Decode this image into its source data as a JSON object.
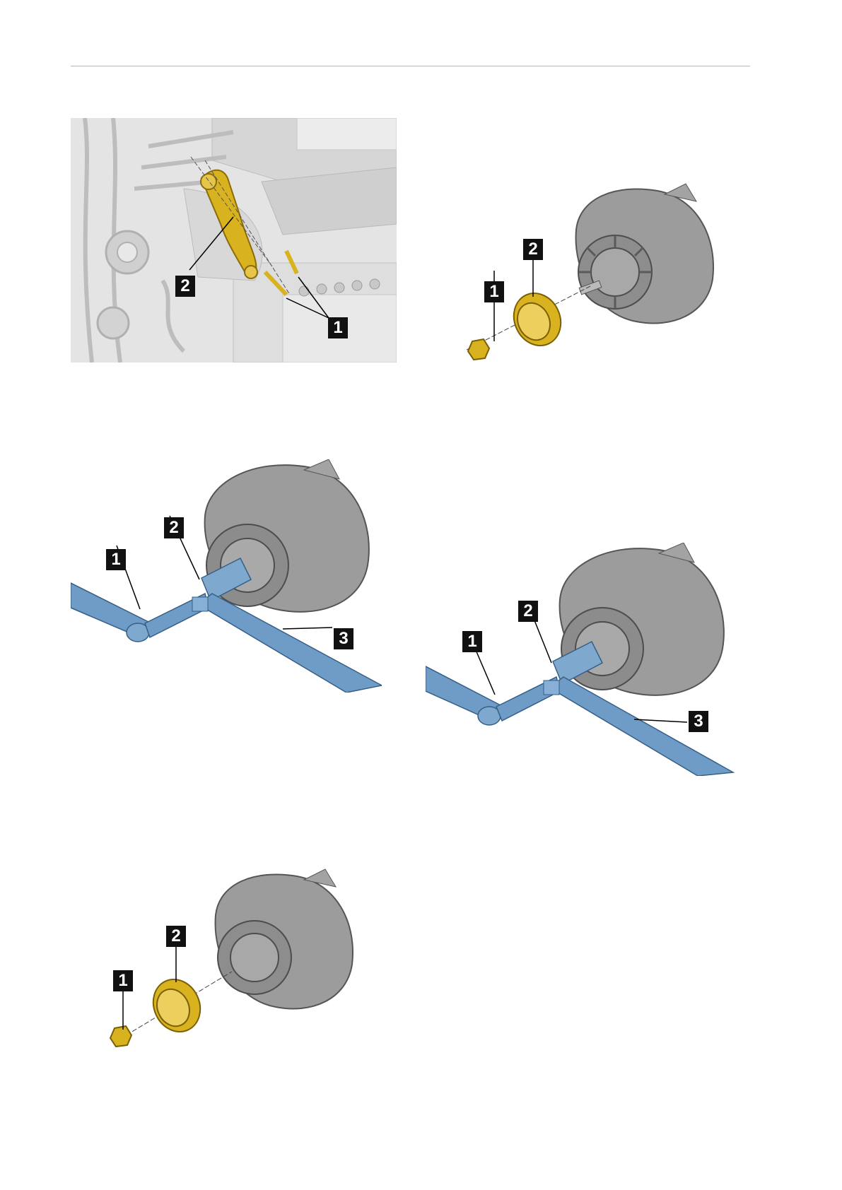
{
  "figures": [
    {
      "callouts": [
        "1",
        "2"
      ]
    },
    {
      "callouts": [
        "1",
        "2"
      ]
    },
    {
      "callouts": [
        "1",
        "2",
        "3"
      ]
    },
    {
      "callouts": [
        "1",
        "2",
        "3"
      ]
    },
    {
      "callouts": [
        "1",
        "2"
      ]
    }
  ],
  "colors": {
    "part_highlight": "#d9b21f",
    "tool_blue": "#6f9cc6",
    "alternator_grey": "#9a9a9a",
    "engine_grey": "#e2e2e2"
  }
}
